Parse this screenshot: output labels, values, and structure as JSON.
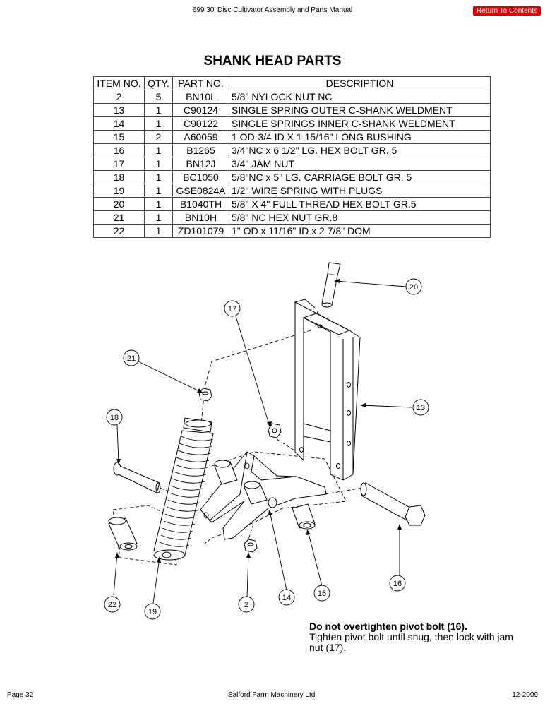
{
  "header": {
    "doc_title": "699 30' Disc Cultivator Assembly and Parts Manual",
    "return_link": "Return To Contents"
  },
  "page_title": "SHANK HEAD PARTS",
  "table": {
    "columns": [
      "ITEM NO.",
      "QTY.",
      "PART NO.",
      "DESCRIPTION"
    ],
    "rows": [
      [
        "2",
        "5",
        "BN10L",
        "5/8\" NYLOCK NUT NC"
      ],
      [
        "13",
        "1",
        "C90124",
        "SINGLE SPRING OUTER C-SHANK WELDMENT"
      ],
      [
        "14",
        "1",
        "C90122",
        "SINGLE SPRINGS INNER C-SHANK WELDMENT"
      ],
      [
        "15",
        "2",
        "A60059",
        "1 OD-3/4 ID X 1 15/16\" LONG BUSHING"
      ],
      [
        "16",
        "1",
        "B1265",
        "3/4\"NC x 6 1/2\" LG. HEX BOLT GR. 5"
      ],
      [
        "17",
        "1",
        "BN12J",
        "3/4\" JAM NUT"
      ],
      [
        "18",
        "1",
        "BC1050",
        "5/8\"NC x 5\" LG. CARRIAGE BOLT GR. 5"
      ],
      [
        "19",
        "1",
        "GSE0824A",
        "1/2\" WIRE SPRING WITH PLUGS"
      ],
      [
        "20",
        "1",
        "B1040TH",
        "5/8\" X 4\" FULL THREAD HEX BOLT GR.5"
      ],
      [
        "21",
        "1",
        "BN10H",
        "5/8\" NC HEX NUT GR.8"
      ],
      [
        "22",
        "1",
        "ZD101079",
        "1\" OD x 11/16\" ID x 2 7/8\" DOM"
      ]
    ]
  },
  "callouts": [
    "20",
    "17",
    "21",
    "13",
    "18",
    "16",
    "15",
    "14",
    "2",
    "22",
    "19"
  ],
  "note": {
    "heading": "Do not overtighten pivot bolt (16).",
    "body": "Tighten pivot bolt until snug, then lock with jam nut (17)."
  },
  "footer": {
    "page": "Page 32",
    "company": "Salford Farm Machinery Ltd.",
    "date": "12-2009"
  },
  "colors": {
    "return_link_bg": "#e00000"
  }
}
